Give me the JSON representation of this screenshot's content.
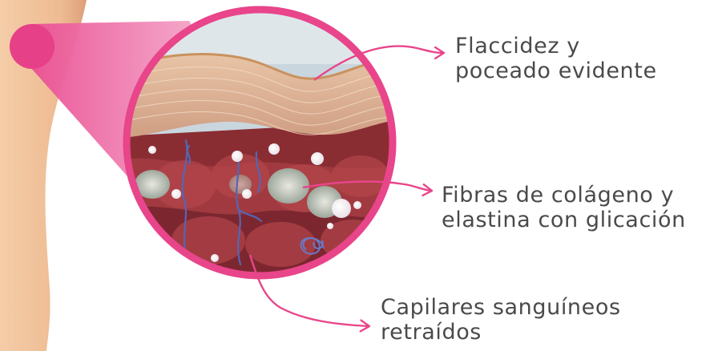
{
  "labels": {
    "flaccidity": {
      "line1": "Flaccidez y",
      "line2": "poceado evidente"
    },
    "fibers": {
      "line1": "Fibras de colágeno y",
      "line2": "elastina con glicación"
    },
    "capillaries": {
      "line1": "Capilares sanguíneos",
      "line2": "retraídos"
    }
  },
  "colors": {
    "accent": "#e8458b",
    "text": "#4a4a4a",
    "skin": "#f0c29c",
    "tissue": "#8c2f35"
  }
}
